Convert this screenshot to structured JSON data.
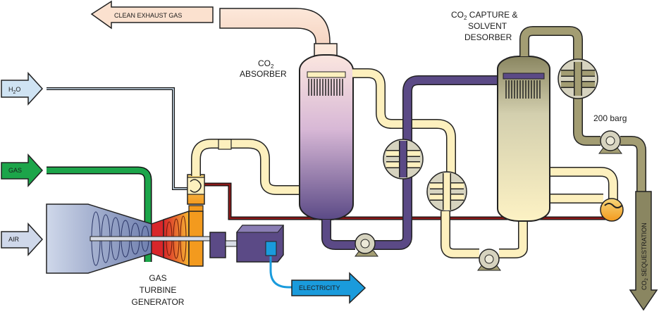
{
  "arrows": {
    "clean_exhaust": "CLEAN EXHAUST GAS",
    "h2o_main": "H",
    "h2o_sub": "2",
    "h2o_end": "O",
    "gas": "GAS",
    "air": "AIR",
    "electricity": "ELECTRICITY",
    "sequestration_main": "CO",
    "sequestration_sub": "2",
    "sequestration_end": " SEQUESTRATION"
  },
  "labels": {
    "absorber_l1_main": "CO",
    "absorber_l1_sub": "2",
    "absorber_l2": "ABSORBER",
    "capture_l1_main": "CO",
    "capture_l1_sub": "2",
    "capture_l1_end": " CAPTURE  &",
    "capture_l2": "SOLVENT",
    "capture_l3": "DESORBER",
    "pressure": "200 barg",
    "gt_l1": "GAS",
    "gt_l2": "TURBINE",
    "gt_l3": "GENERATOR"
  },
  "icons": [
    "pump-icon",
    "heat-exchanger-icon",
    "compressor-icon",
    "turbine-icon",
    "generator-icon"
  ],
  "colors": {
    "exhaust_arrow": "#fbe1cf",
    "water_arrow": "#cfe3f3",
    "gas_arrow": "#1ca54a",
    "air_arrow": "#cfd8ea",
    "electricity_arrow": "#1a9bdc",
    "sequestration_arrow": "#8a8661",
    "rich_solvent": "#5b4a86",
    "lean_solvent": "#fdf0be",
    "co2_stream": "#a39d73",
    "hot_line": "#8b1a1a"
  }
}
